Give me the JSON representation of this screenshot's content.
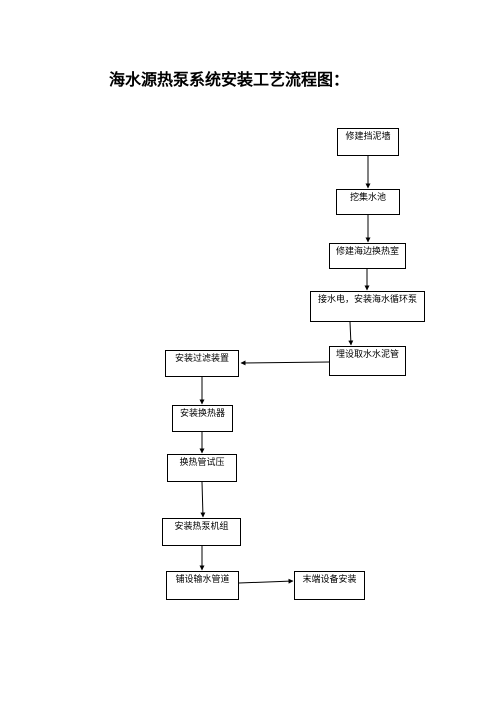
{
  "title": "海水源热泵系统安装工艺流程图：",
  "steps": {
    "s1": "修建挡泥墙",
    "s2": "挖集水池",
    "s3": "修建海边换热室",
    "s4": "接水电，安装海水循环泵",
    "s5": "埋设取水水泥管",
    "s6": "安装过滤装置",
    "s7": "安装换热器",
    "s8": "换热管试压",
    "s9": "安装热泵机组",
    "s10": "铺设输水管道",
    "s11": "末端设备安装"
  },
  "colors": {
    "line": "#000000",
    "background": "#ffffff"
  }
}
